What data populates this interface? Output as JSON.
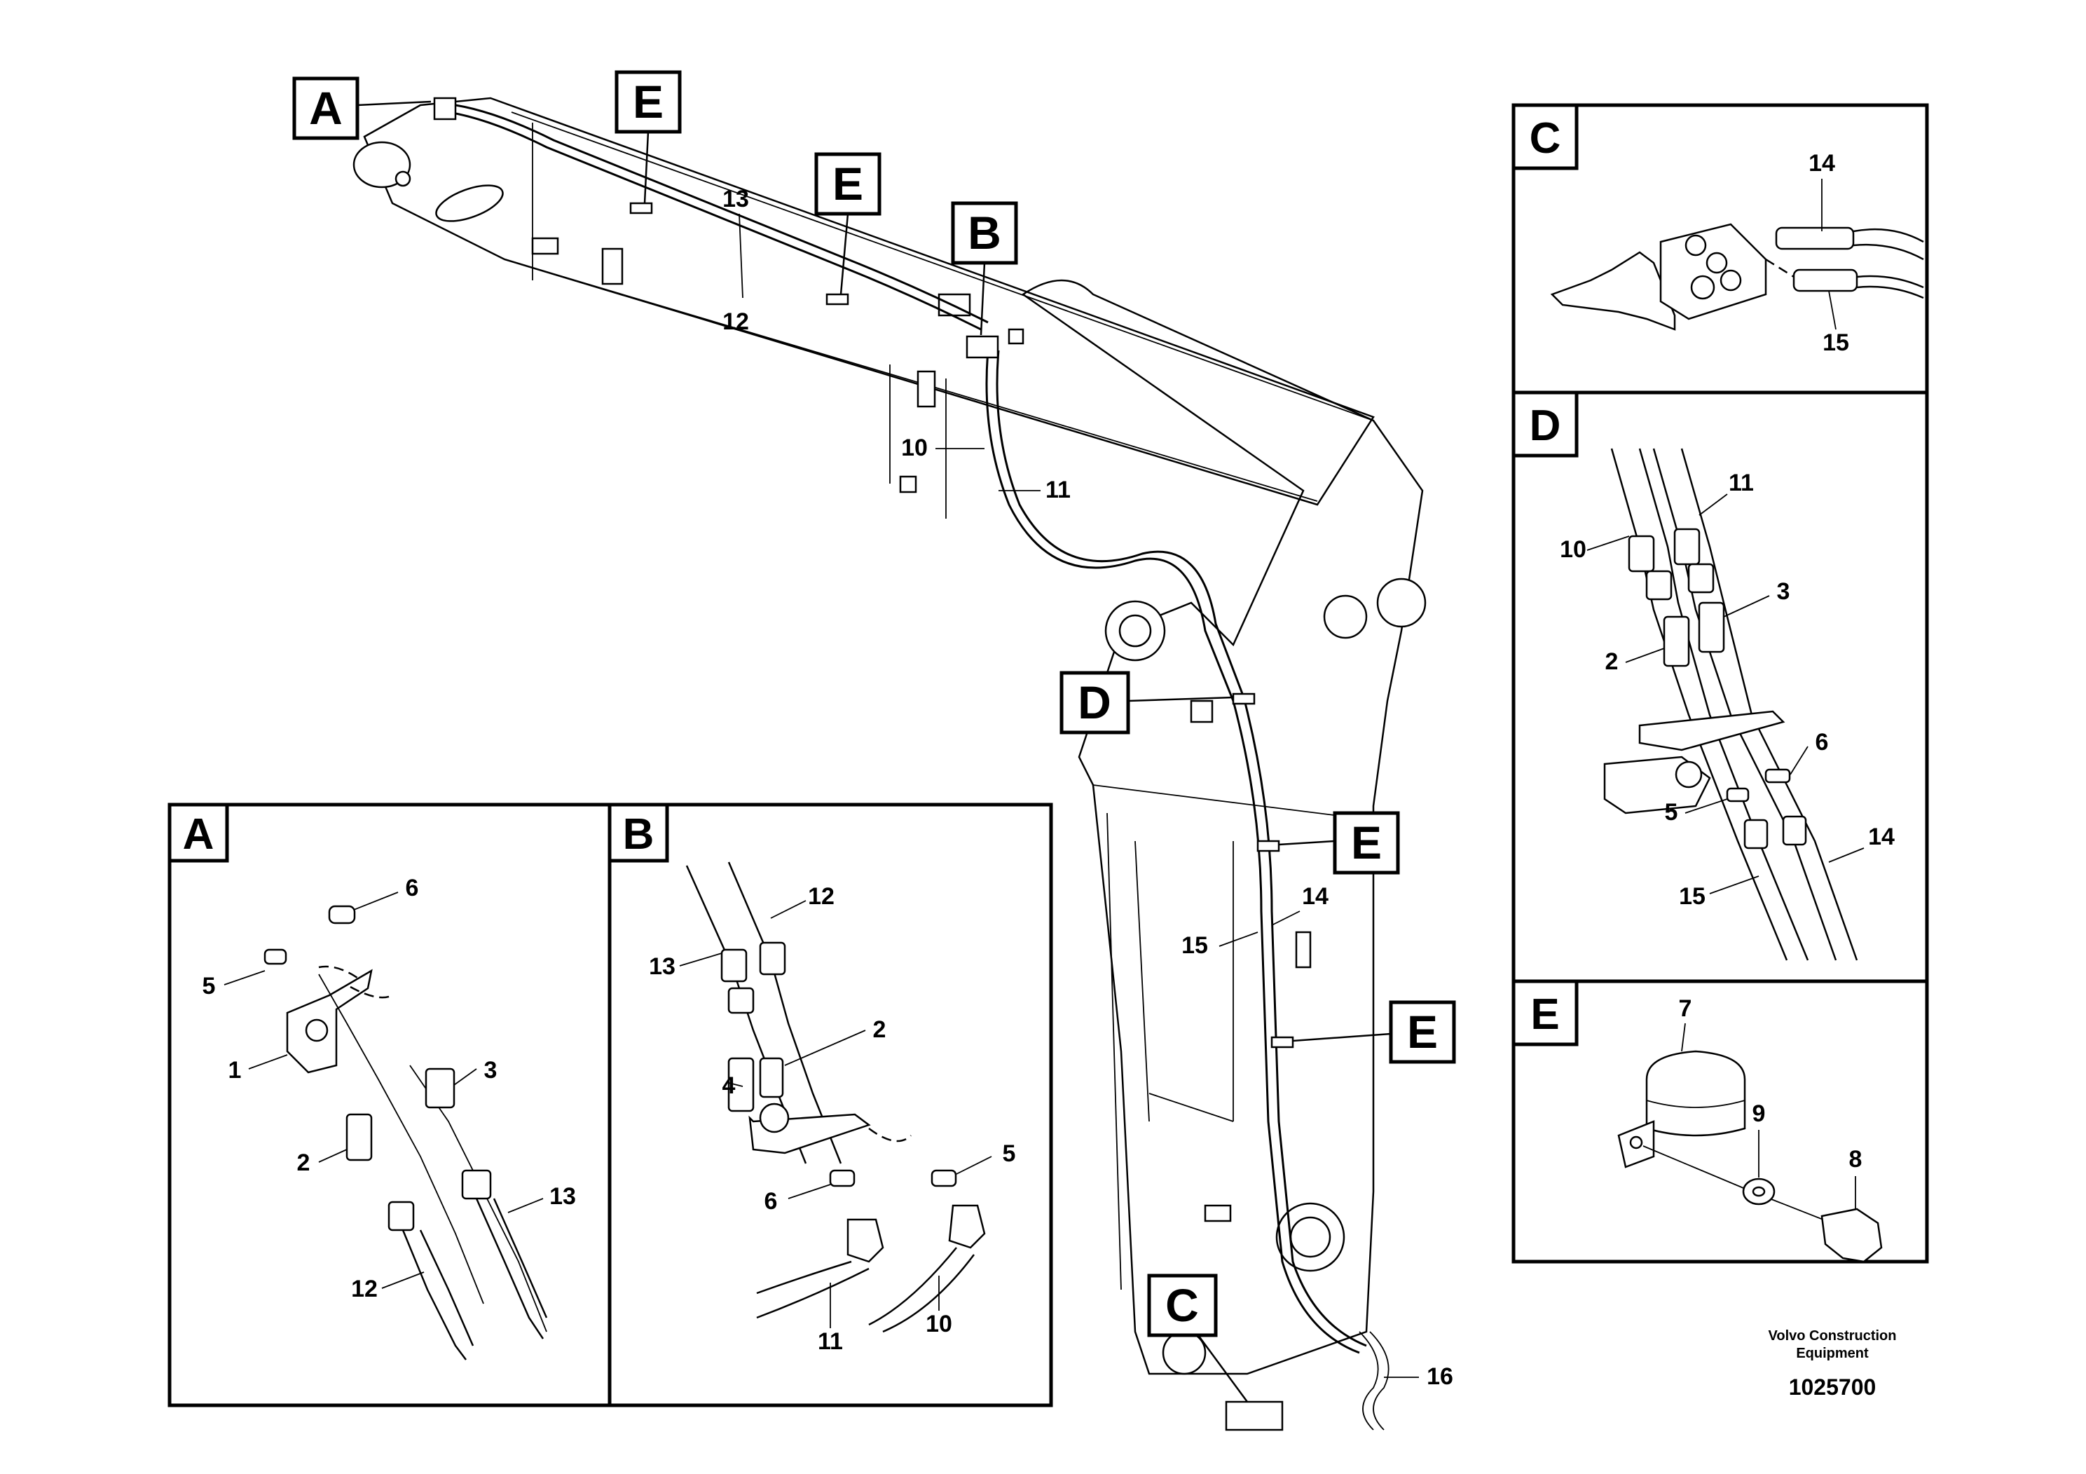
{
  "callouts": {
    "a_top": "A",
    "e_1": "E",
    "e_2": "E",
    "b_top": "B",
    "d_main": "D",
    "e_3": "E",
    "e_4": "E",
    "c_main": "C"
  },
  "main_numbers": {
    "n13": "13",
    "n12": "12",
    "n10": "10",
    "n11": "11",
    "n14": "14",
    "n15": "15",
    "n16": "16"
  },
  "panel_a": {
    "title": "A",
    "n6": "6",
    "n5": "5",
    "n1": "1",
    "n3": "3",
    "n2": "2",
    "n13": "13",
    "n12": "12"
  },
  "panel_b": {
    "title": "B",
    "n12": "12",
    "n13": "13",
    "n2": "2",
    "n4": "4",
    "n5": "5",
    "n6": "6",
    "n11": "11",
    "n10": "10"
  },
  "panel_c": {
    "title": "C",
    "n14": "14",
    "n15": "15"
  },
  "panel_d": {
    "title": "D",
    "n11": "11",
    "n10": "10",
    "n3": "3",
    "n2": "2",
    "n6": "6",
    "n5": "5",
    "n14": "14",
    "n15": "15"
  },
  "panel_e": {
    "title": "E",
    "n7": "7",
    "n9": "9",
    "n8": "8"
  },
  "footer": {
    "brand_line1": "Volvo Construction",
    "brand_line2": "Equipment",
    "doc_number": "1025700"
  }
}
